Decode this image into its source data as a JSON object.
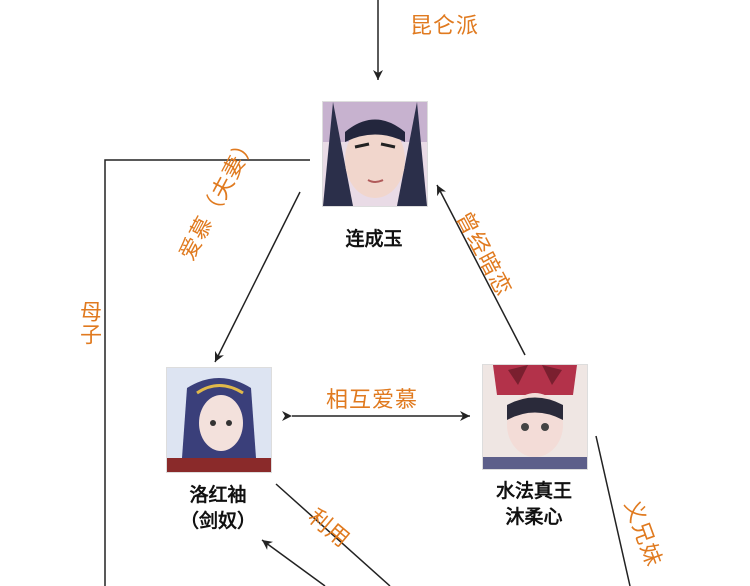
{
  "nodes": {
    "lian": {
      "name": "连成玉"
    },
    "luo": {
      "name": "洛红袖",
      "subtitle": "（剑奴）"
    },
    "shui": {
      "name": "水法真王",
      "subtitle": "沐柔心"
    }
  },
  "edges": {
    "kunlun": "昆仑派",
    "aimu_fuqi": "爱慕（夫妻）",
    "cengjing_anlian": "曾经暗恋",
    "xianghu_aimu": "相互爱慕",
    "muzi": "母子",
    "liyong": "利用",
    "yi_xiongmei": "义兄妹"
  },
  "colors": {
    "label": "#e07a1f",
    "line": "#222222"
  }
}
